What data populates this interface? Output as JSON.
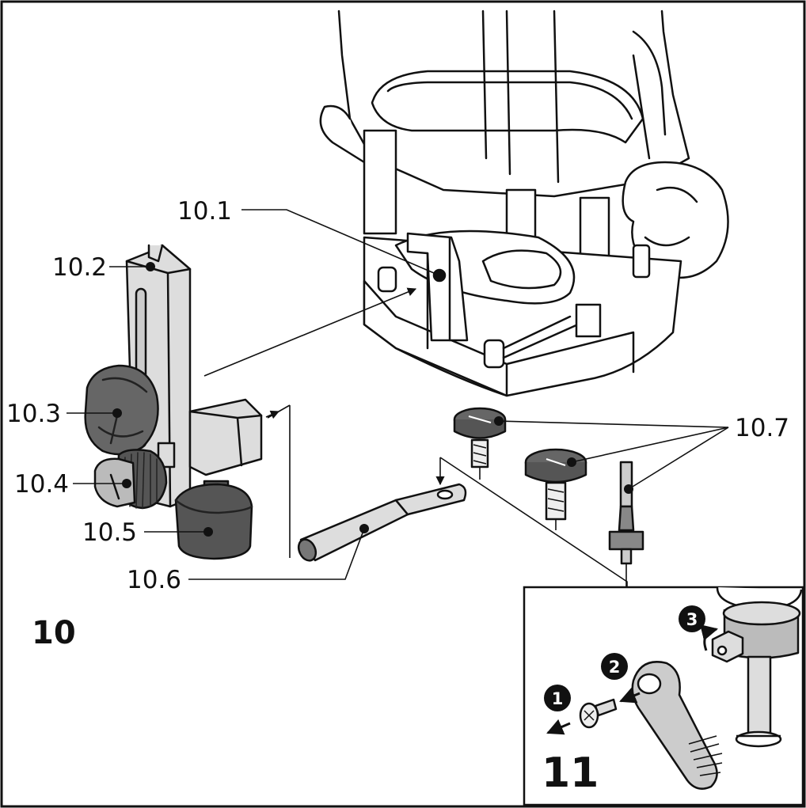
{
  "labels": {
    "l10_1": "10.1",
    "l10_2": "10.2",
    "l10_3": "10.3",
    "l10_4": "10.4",
    "l10_5": "10.5",
    "l10_6": "10.6",
    "l10_7": "10.7"
  },
  "figure_numbers": {
    "fig10": "10",
    "fig11": "11"
  },
  "steps": [
    "1",
    "2",
    "3"
  ]
}
